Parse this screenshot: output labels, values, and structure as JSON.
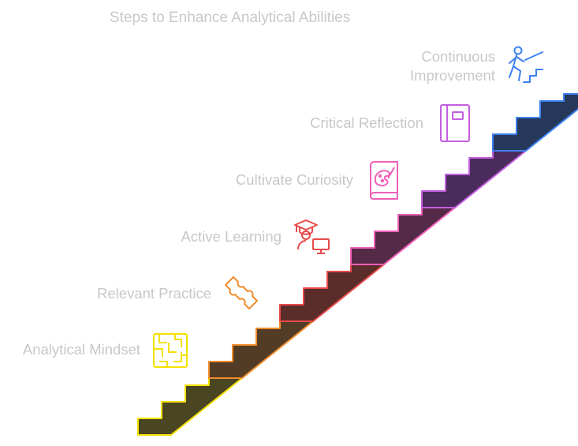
{
  "title": "Steps to Enhance Analytical Abilities",
  "steps": [
    {
      "label": "Analytical Mindset",
      "icon": "maze-icon",
      "color": "#f5e100",
      "fill": "#4a4622"
    },
    {
      "label": "Relevant Practice",
      "icon": "puzzle-piece-icon",
      "color": "#f08c2c",
      "fill": "#533c26"
    },
    {
      "label": "Active Learning",
      "icon": "graduate-computer-icon",
      "color": "#e84a4a",
      "fill": "#5a2c2a"
    },
    {
      "label": "Cultivate Curiosity",
      "icon": "art-book-icon",
      "color": "#ef5fb8",
      "fill": "#552a47"
    },
    {
      "label": "Critical Reflection",
      "icon": "notebook-icon",
      "color": "#c35fe0",
      "fill": "#4b2b5c"
    },
    {
      "label": "Continuous Improvement",
      "icon": "climbing-stairs-icon",
      "color": "#3d80f0",
      "fill": "#26385a"
    }
  ]
}
